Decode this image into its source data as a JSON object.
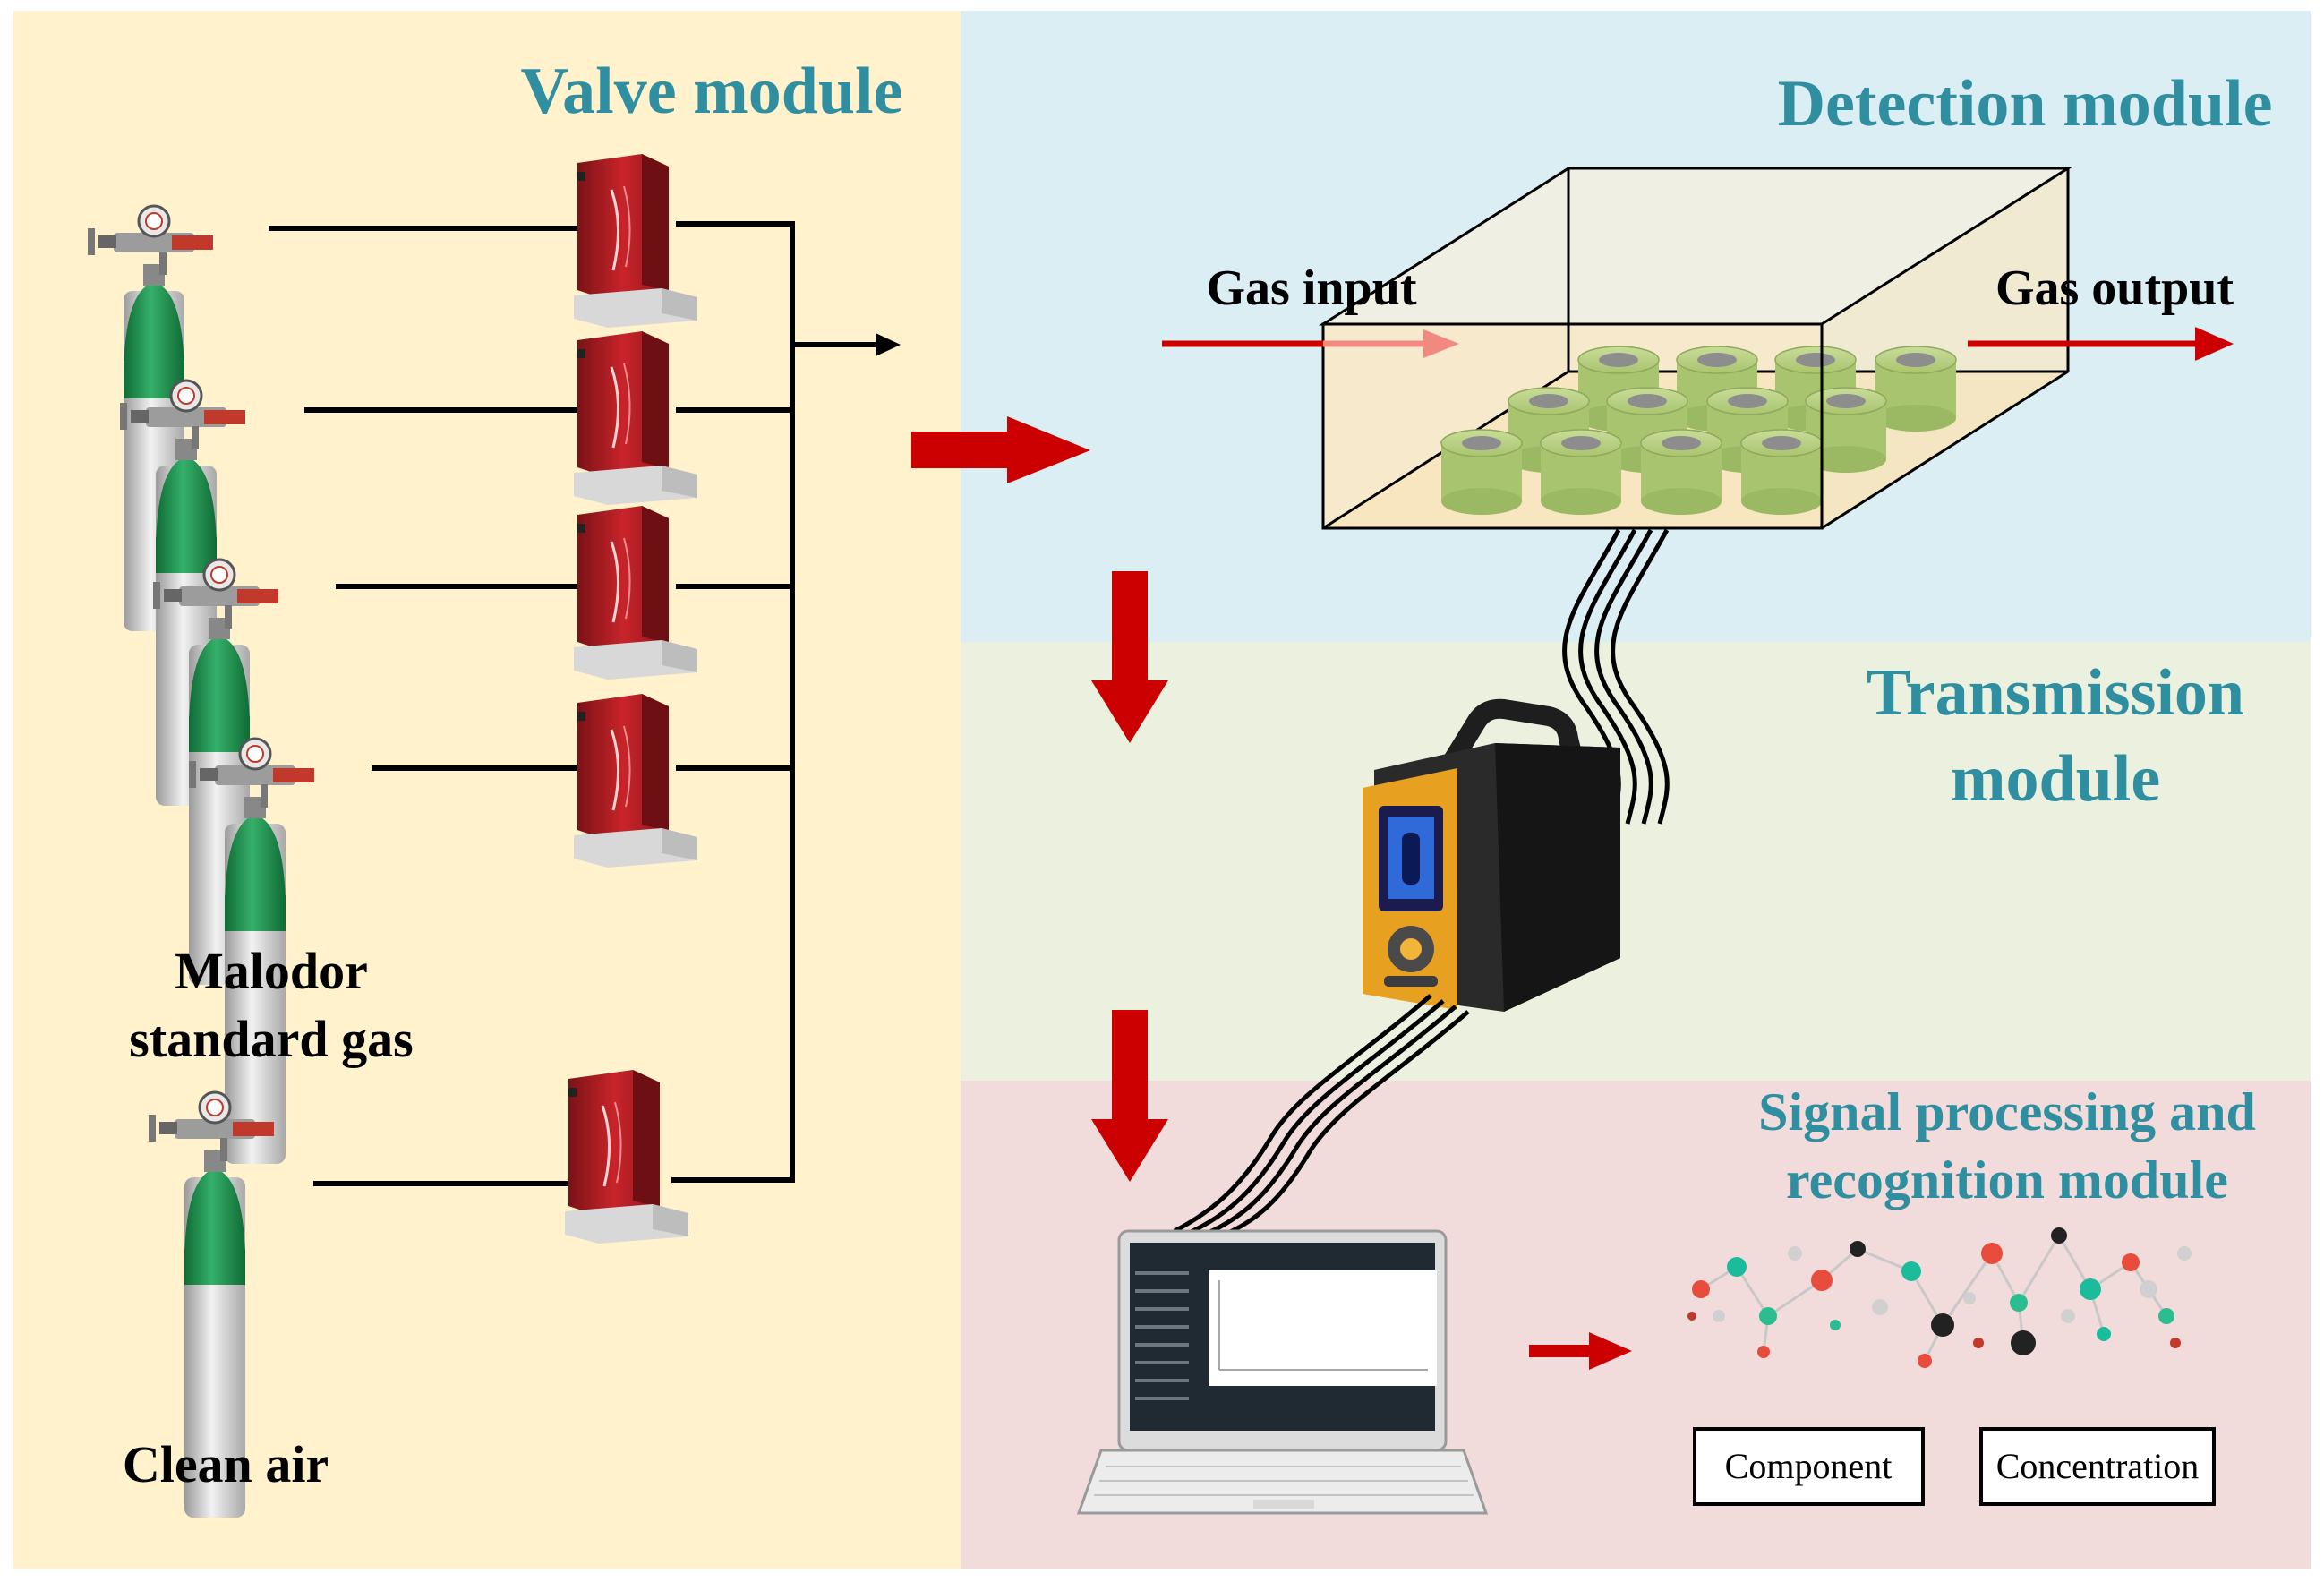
{
  "panels": {
    "valve": {
      "title": "Valve module",
      "color": "#fff2cc"
    },
    "detection": {
      "title": "Detection module",
      "color": "#dbeef4"
    },
    "transmission": {
      "title_line1": "Transmission",
      "title_line2": "module",
      "color": "#ebf1de"
    },
    "signal": {
      "title_line1": "Signal processing and",
      "title_line2": "recognition module",
      "color": "#f2dcdb"
    }
  },
  "labels": {
    "malodor_line1": "Malodor",
    "malodor_line2": "standard gas",
    "clean_air": "Clean air",
    "gas_input": "Gas input",
    "gas_output": "Gas output"
  },
  "outputs": {
    "component": "Component",
    "concentration": "Concentration"
  },
  "colors": {
    "title_teal": "#2f8fa0",
    "arrow_red": "#cc0000",
    "cylinder_green": "#1e8a4a",
    "mfc_red": "#b01e24",
    "sensor_green": "#b8cf85",
    "device_orange": "#e8a020"
  }
}
